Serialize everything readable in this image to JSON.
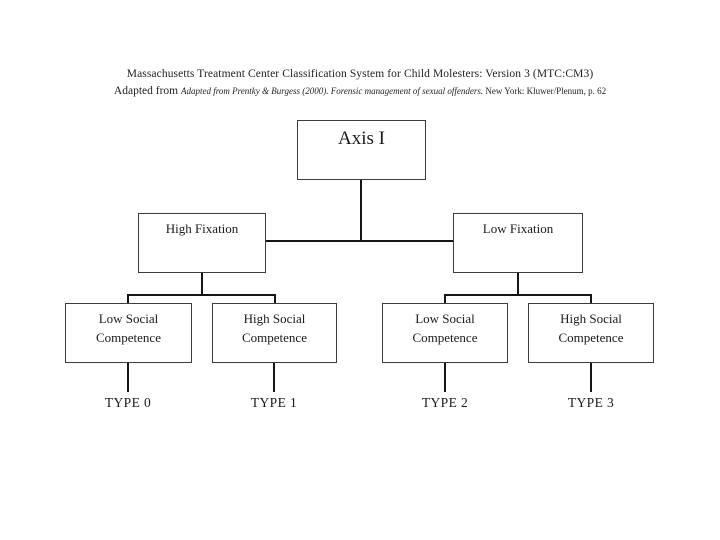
{
  "header": {
    "title": "Massachusetts Treatment Center Classification System for Child Molesters: Version 3 (MTC:CM3)",
    "citation_prefix": "Adapted from ",
    "citation_italic": "Adapted from Prentky & Burgess (2000). Forensic management of sexual offenders.",
    "citation_suffix": " New York: Kluwer/Plenum, p. 62"
  },
  "diagram": {
    "root": {
      "label": "Axis I"
    },
    "level2": [
      {
        "label": "High Fixation"
      },
      {
        "label": "Low Fixation"
      }
    ],
    "level3": [
      {
        "label": "Low Social Competence"
      },
      {
        "label": "High Social Competence"
      },
      {
        "label": "Low Social Competence"
      },
      {
        "label": "High Social Competence"
      }
    ],
    "types": [
      {
        "label": "TYPE 0"
      },
      {
        "label": "TYPE 1"
      },
      {
        "label": "TYPE 2"
      },
      {
        "label": "TYPE 3"
      }
    ]
  },
  "colors": {
    "background": "#ffffff",
    "box_border": "#3d3d3d",
    "line": "#151515",
    "text": "#1a1a1a"
  }
}
